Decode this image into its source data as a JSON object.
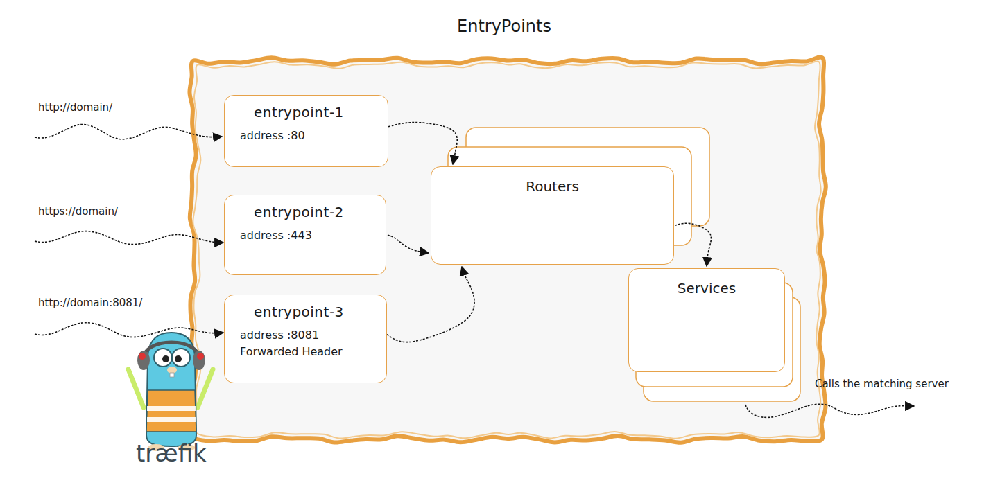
{
  "diagram": {
    "title": "EntryPoints",
    "nodes": [
      {
        "text": [
          "entrypoint-1",
          "address :80"
        ]
      },
      {
        "text": [
          "entrypoint-2",
          "address :443"
        ]
      },
      {
        "text": [
          "entrypoint-3",
          "address :8081",
          "Forwarded Header"
        ]
      },
      {
        "text": [
          "Routers"
        ]
      },
      {
        "text": [
          "Services"
        ]
      }
    ],
    "edges": [
      {
        "from": 0,
        "to": 3,
        "arrow": "to"
      },
      {
        "from": 1,
        "to": 3,
        "arrow": "to"
      },
      {
        "from": 2,
        "to": 3,
        "arrow": "to"
      },
      {
        "from": 3,
        "to": 4,
        "arrow": "to"
      }
    ],
    "labels": [
      "http://domain/",
      "https://domain/",
      "http://domain:8081/",
      "Calls the matching server",
      "træfik"
    ]
  }
}
